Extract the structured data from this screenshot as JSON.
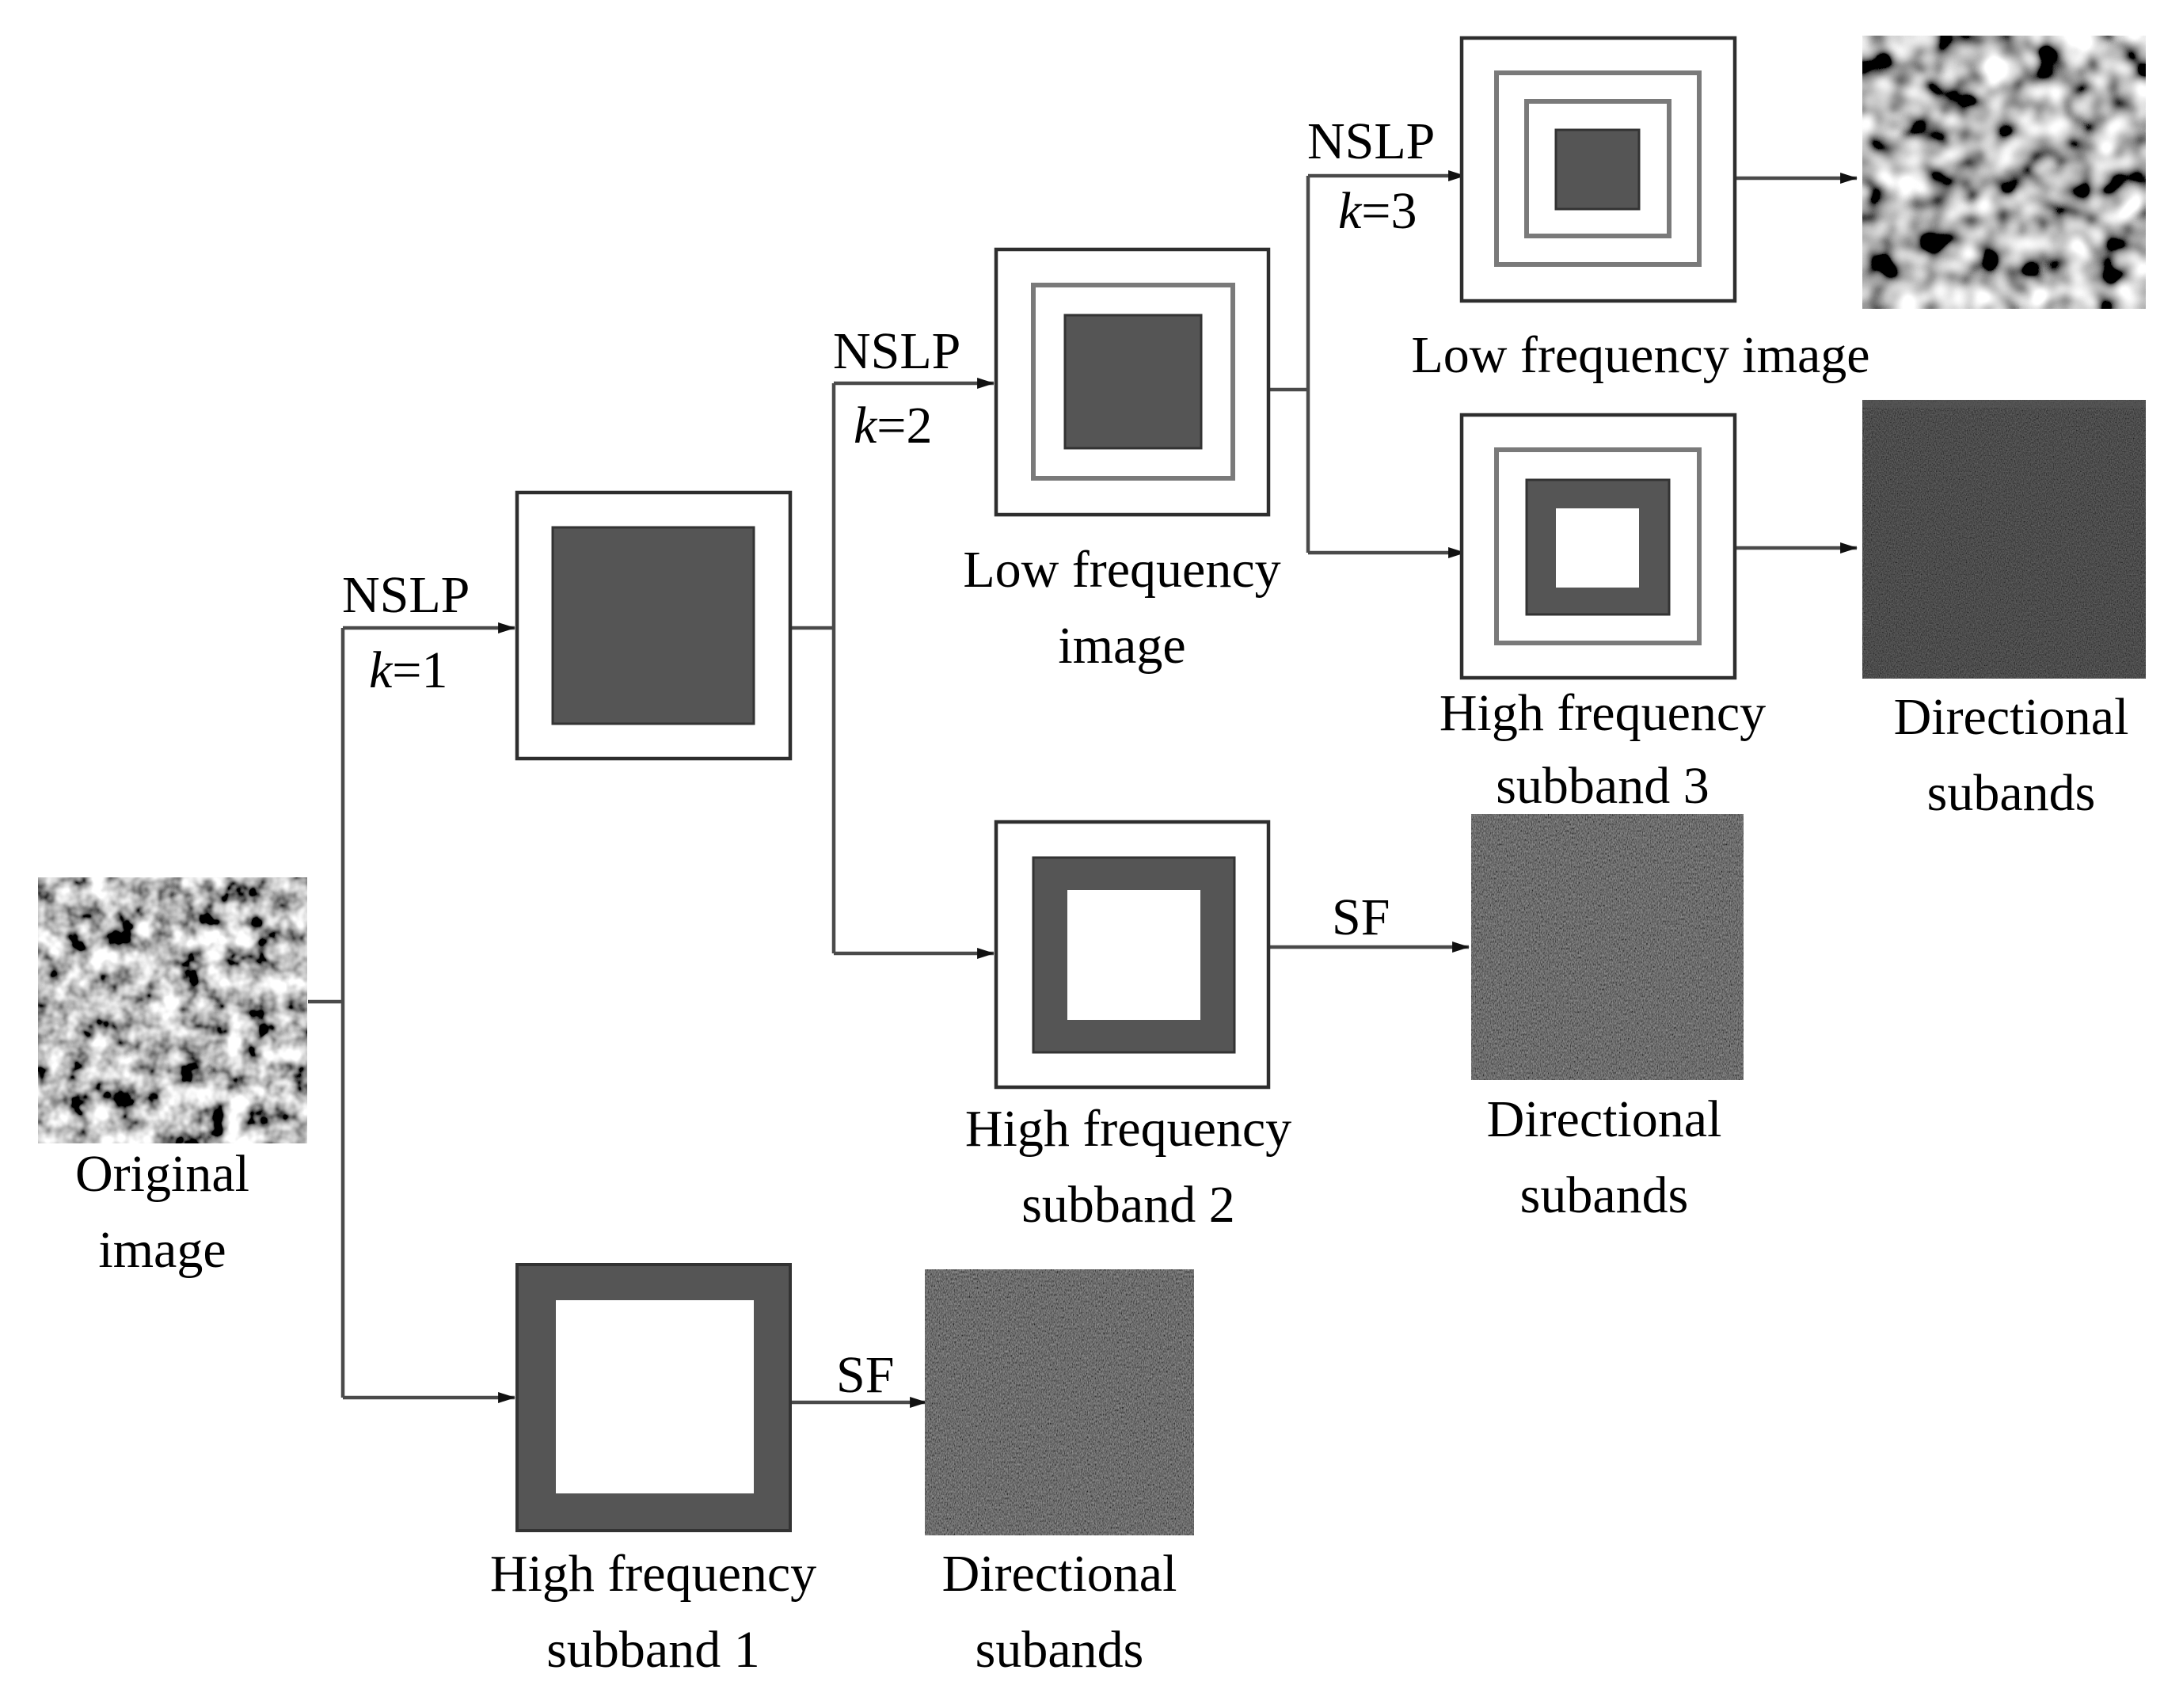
{
  "colors": {
    "background": "#ffffff",
    "line": "#4a4a4a",
    "box_border": "#2e2e2e",
    "band_fill": "#555555",
    "ring_border": "#7a7a7a",
    "texture_dark": "#1a1a1a"
  },
  "original": {
    "label_line1": "Original",
    "label_line2": "image"
  },
  "stage1": {
    "nslp": "NSLP",
    "k_var": "k",
    "k_val": "=1",
    "high_label_line1": "High frequency",
    "high_label_line2": "subband 1",
    "sf": "SF",
    "dir_label_line1": "Directional",
    "dir_label_line2": "subands"
  },
  "stage2": {
    "nslp": "NSLP",
    "k_var": "k",
    "k_val": "=2",
    "low_label_line1": "Low frequency",
    "low_label_line2": "image",
    "high_label_line1": "High frequency",
    "high_label_line2": "subband 2",
    "sf": "SF",
    "dir_label_line1": "Directional",
    "dir_label_line2": "subands"
  },
  "stage3": {
    "nslp": "NSLP",
    "k_var": "k",
    "k_val": "=3",
    "low_label": "Low frequency image",
    "high_label_line1": "High frequency",
    "high_label_line2": "subband 3",
    "dir_label_line1": "Directional",
    "dir_label_line2": "subands"
  }
}
